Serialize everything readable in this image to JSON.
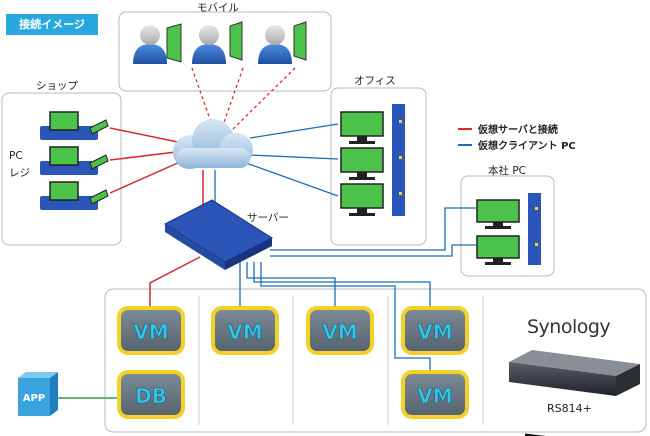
{
  "tag_label": "接続イメージ",
  "groups": {
    "mobile": "モバイル",
    "shop": "ショップ",
    "office": "オフィス",
    "hq": "本社 PC",
    "server": "サーバー"
  },
  "register_label_1": "PC",
  "register_label_2": "レジ",
  "legend": [
    {
      "label": "仮想サーバと接続",
      "color": "#d8282e"
    },
    {
      "label": "仮想クライアント PC",
      "color": "#1e6db4"
    }
  ],
  "vm_label": "VM",
  "db_label": "DB",
  "app_label": "APP",
  "brand": "Synology",
  "model": "RS814+",
  "colors": {
    "red_link": "#d8282e",
    "blue_link": "#1e6db4",
    "green_link": "#2aa14a",
    "vm_border": "#f3d12b",
    "vm_fill": "#6c7a86",
    "vm_text": "#3ac3e4",
    "screen": "#4cc24a",
    "app_box": "#3aa3df"
  }
}
